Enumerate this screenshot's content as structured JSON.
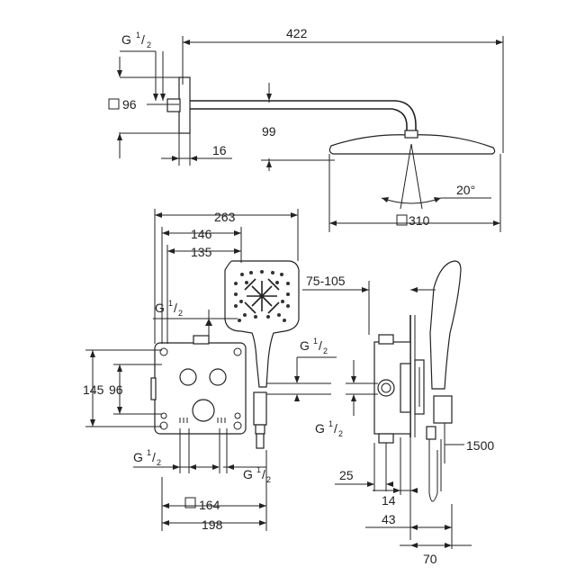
{
  "labels": {
    "arm_length": "422",
    "thread_top": "G",
    "thread_frac_num": "1",
    "thread_frac_den": "2",
    "flange_square": "96",
    "drop": "99",
    "flange_depth": "16",
    "spray_angle": "20°",
    "head_square": "310",
    "box_width": "263",
    "hs_offset_1": "146",
    "hs_offset_2": "135",
    "wall_range": "75-105",
    "box_height": "145",
    "box_inner": "96",
    "square_164": "164",
    "width_198": "198",
    "dim_25": "25",
    "dim_14": "14",
    "dim_43": "43",
    "dim_70": "70",
    "hose_length": "1500"
  },
  "colors": {
    "line": "#222222",
    "background": "#ffffff"
  }
}
